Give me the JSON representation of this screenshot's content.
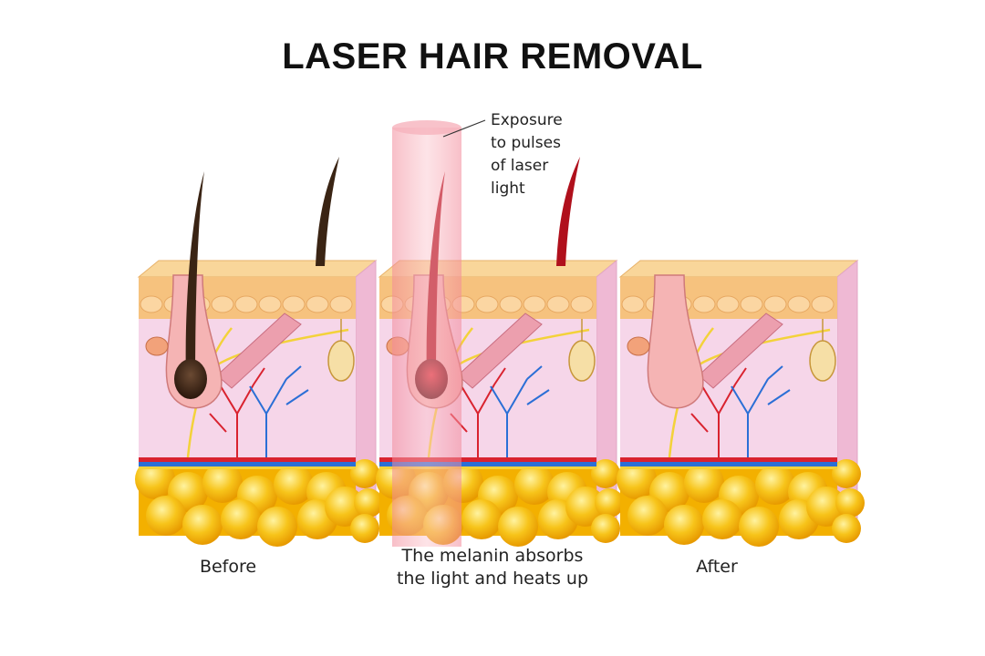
{
  "title": "LASER HAIR REMOVAL",
  "callout": {
    "lines": [
      "Exposure",
      "to pulses",
      "of laser",
      "light"
    ]
  },
  "panels": [
    {
      "id": "before",
      "caption_lines": [
        "Before"
      ]
    },
    {
      "id": "during",
      "caption_lines": [
        "The melanin absorbs",
        "the light and heats up"
      ]
    },
    {
      "id": "after",
      "caption_lines": [
        "After"
      ]
    }
  ],
  "colors": {
    "epidermis": "#f6c27e",
    "dermis": "#f6d6e9",
    "fat": "#f5b400",
    "hair_before": "#3a2414",
    "hair_heated": "#b0101c",
    "laser": "#f08a98",
    "nerve": "#f3d23a",
    "artery": "#d9232f",
    "vein": "#2b6fd6"
  }
}
